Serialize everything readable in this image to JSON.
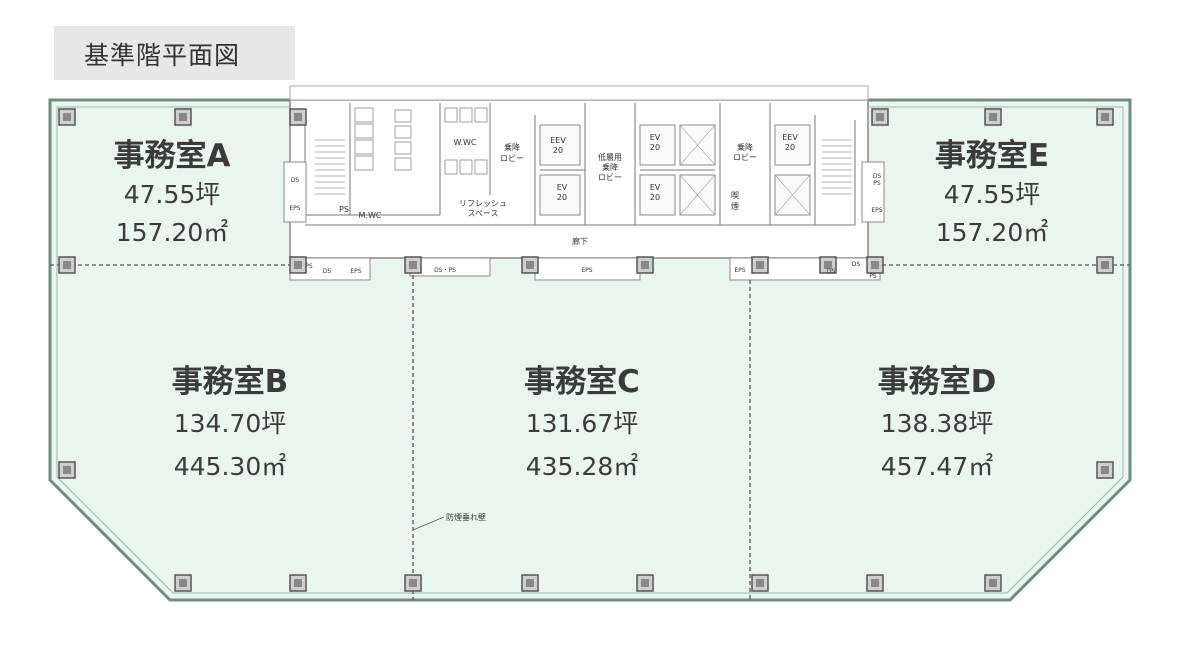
{
  "header": {
    "title": "基準階平面図"
  },
  "rooms": [
    {
      "name": "事務室A",
      "tsubo": "47.55坪",
      "sqm": "157.20㎡"
    },
    {
      "name": "事務室E",
      "tsubo": "47.55坪",
      "sqm": "157.20㎡"
    },
    {
      "name": "事務室B",
      "tsubo": "134.70坪",
      "sqm": "445.30㎡"
    },
    {
      "name": "事務室C",
      "tsubo": "131.67坪",
      "sqm": "435.28㎡"
    },
    {
      "name": "事務室D",
      "tsubo": "138.38坪",
      "sqm": "457.47㎡"
    }
  ],
  "core": {
    "wc1": "W.WC",
    "mwc": "M.WC",
    "ps": "PS",
    "lobby1_a": "乗降",
    "lobby1_b": "ロビー",
    "eev1_a": "EEV",
    "eev1_b": "20",
    "ev1_a": "EV",
    "ev1_b": "20",
    "refresh_a": "リフレッシュ",
    "refresh_b": "スペース",
    "low_a": "低層用",
    "low_b": "乗降",
    "low_c": "ロビー",
    "ev2_a": "EV",
    "ev2_b": "20",
    "ev3_a": "EV",
    "ev3_b": "20",
    "lobby2_a": "乗降",
    "lobby2_b": "ロビー",
    "eev2_a": "EEV",
    "eev2_b": "20",
    "smoke_a": "喫",
    "smoke_b": "煙",
    "corridor": "廊下",
    "ds_ps_mid": "DS・PS",
    "eps_mid": "EPS",
    "eps_right": "EPS",
    "ds_left_a": "DS",
    "eps_left_a": "EPS",
    "ds_left_b": "DS",
    "eps_left_b": "EPS",
    "ps_left_b": "PS",
    "ds_right_a": "DS",
    "ps_right_a": "PS",
    "eps_right_a": "EPS",
    "ds_right_b": "DS",
    "ds_right_c": "DS",
    "ps_right_c": "PS"
  },
  "annotation": {
    "smoke_wall": "防煙垂れ壁"
  },
  "colors": {
    "floor_fill": "#e9f6f0",
    "wall": "#6e8d80",
    "column": "#7a7a7a",
    "title_bg": "#e7e7e7"
  }
}
